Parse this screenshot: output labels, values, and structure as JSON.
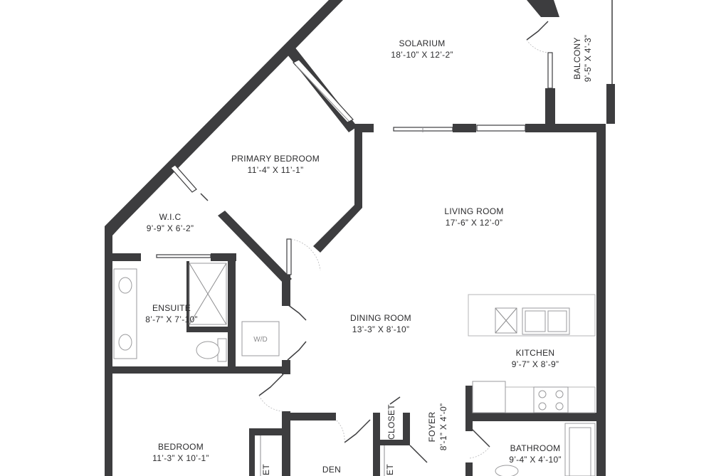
{
  "rooms": {
    "solarium": {
      "name": "SOLARIUM",
      "dims": "18’-10” X 12’-2”"
    },
    "balcony": {
      "name": "BALCONY",
      "dims": "9’-5” X 4’-3”"
    },
    "primary": {
      "name": "PRIMARY BEDROOM",
      "dims": "11’-4” X 11’-1”"
    },
    "wic": {
      "name": "W.I.C",
      "dims": "9’-9” X 6’-2”"
    },
    "living": {
      "name": "LIVING ROOM",
      "dims": "17’-6” X 12’-0”"
    },
    "ensuite": {
      "name": "ENSUITE",
      "dims": "8’-7” X 7’-10”"
    },
    "dining": {
      "name": "DINING ROOM",
      "dims": "13’-3” X 8’-10”"
    },
    "kitchen": {
      "name": "KITCHEN",
      "dims": "9’-7” X 8’-9”"
    },
    "foyer": {
      "name": "FOYER",
      "dims": "8’-1” X 4’-0”"
    },
    "bedroom": {
      "name": "BEDROOM",
      "dims": "11’-3” X 10’-1”"
    },
    "bathroom": {
      "name": "BATHROOM",
      "dims": "9’-4” X 4’-10”"
    },
    "den": {
      "name": "DEN"
    },
    "closet": {
      "name": "CLOSET"
    }
  },
  "fixtures": {
    "washer_dryer": "W/D"
  },
  "labels_partial": {
    "bedroom_closet": "ET",
    "den_closet": "ET"
  },
  "colors": {
    "wall": "#3d3d3f",
    "background": "#ffffff",
    "fixture": "#9a9a9c"
  }
}
